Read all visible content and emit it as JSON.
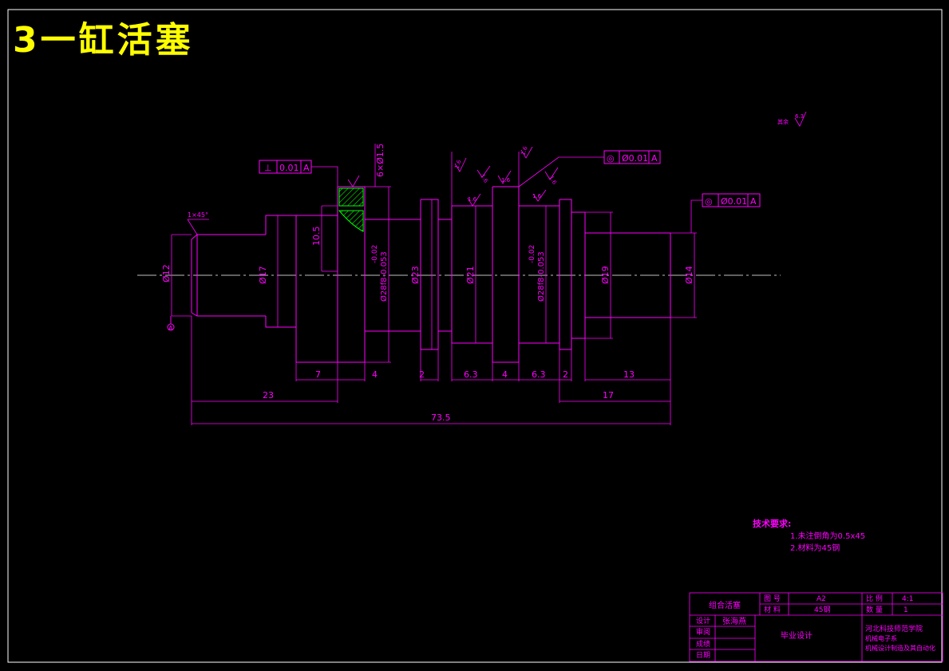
{
  "title": "3一缸活塞",
  "colors": {
    "background": "#000000",
    "title": "#ffff00",
    "drawing": "#ff00ff",
    "hatch": "#00ff00",
    "centerline": "#ffffff"
  },
  "tolerance_frames": {
    "perpendicularity": {
      "symbol": "⊥",
      "value": "0.01",
      "datum": "A"
    },
    "concentricity_1": {
      "symbol": "◎",
      "value": "Ø0.01",
      "datum": "A"
    },
    "concentricity_2": {
      "symbol": "◎",
      "value": "Ø0.01",
      "datum": "A"
    }
  },
  "roughness": {
    "rest": "其余",
    "rest_value": "6.3",
    "r1": "1.6",
    "r2": "1.6",
    "r3": "1.6",
    "r4": "1.6",
    "r5": "1.6",
    "r6": "1.6",
    "r7": "1.6"
  },
  "diameters": {
    "d12": "Ø12",
    "d17": "Ø17",
    "d23": "Ø23",
    "d21": "Ø21",
    "d28_left": "Ø28f8-0.053",
    "d28_left_tol": "-0.02",
    "d28_right": "Ø28f8-0.053",
    "d28_right_tol": "-0.02",
    "d19": "Ø19",
    "d14": "Ø14",
    "holes": "6×Ø1.5",
    "h105": "10.5"
  },
  "chamfer": "1×45°",
  "datum_label": "A",
  "dimensions": {
    "d7": "7",
    "d4a": "4",
    "d2a": "2",
    "d63a": "6.3",
    "d4b": "4",
    "d63b": "6.3",
    "d2b": "2",
    "d13": "13",
    "d23": "23",
    "d17": "17",
    "d735": "73.5"
  },
  "notes": {
    "heading": "技术要求:",
    "items": [
      "1.未注倒角为0.5x45",
      "2.材料为45钢"
    ]
  },
  "title_block": {
    "part_name": "组合活塞",
    "drawing_no_label": "图 号",
    "drawing_no": "A2",
    "material_label": "材 料",
    "material": "45钢",
    "scale_label": "比 例",
    "scale": "4:1",
    "qty_label": "数 量",
    "qty": "1",
    "design_label": "设计",
    "designer": "张海燕",
    "check_label": "审阅",
    "score_label": "成绩",
    "date_label": "日期",
    "project": "毕业设计",
    "school": "河北科技师范学院",
    "dept": "机械电子系",
    "major": "机械设计制造及其自动化"
  }
}
